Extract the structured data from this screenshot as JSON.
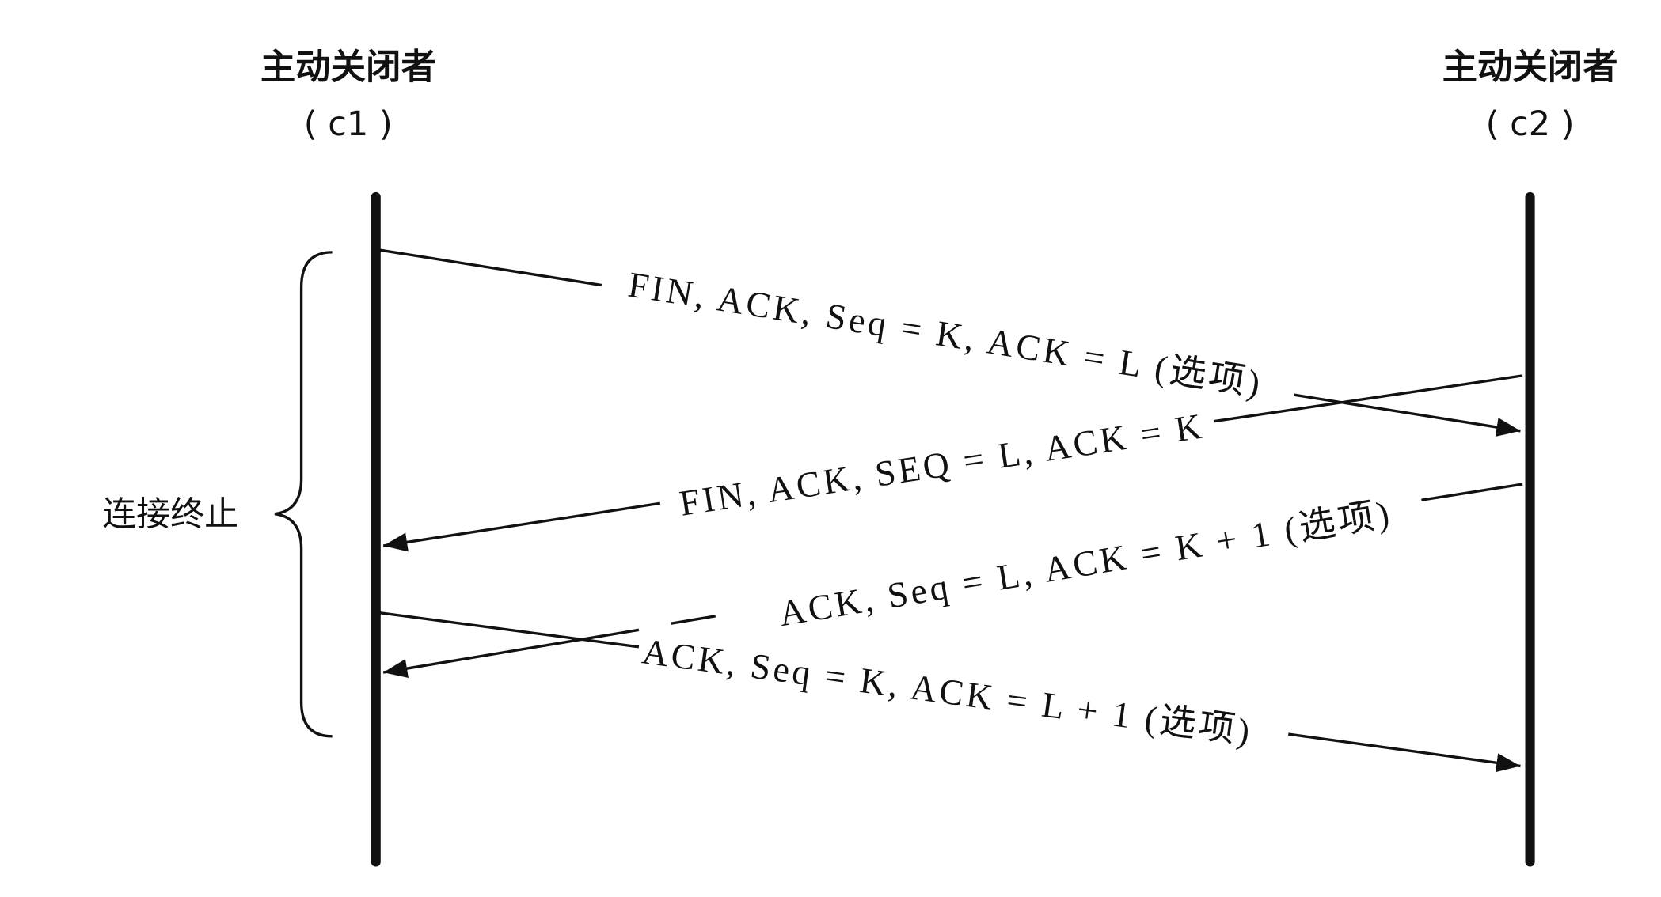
{
  "left_party": {
    "title": "主动关闭者",
    "id": "( c1 )"
  },
  "right_party": {
    "title": "主动关闭者",
    "id": "( c2 )"
  },
  "phase_label": "连接终止",
  "messages": [
    {
      "label": "FIN, ACK, Seq = K, ACK = L (选项)",
      "direction": "c1-to-c2"
    },
    {
      "label": "FIN, ACK, SEQ = L, ACK = K",
      "direction": "c2-to-c1"
    },
    {
      "label": "ACK, Seq = L, ACK = K + 1 (选项)",
      "direction": "c2-to-c1"
    },
    {
      "label": "ACK, Seq = K, ACK = L + 1 (选项)",
      "direction": "c1-to-c2"
    }
  ]
}
